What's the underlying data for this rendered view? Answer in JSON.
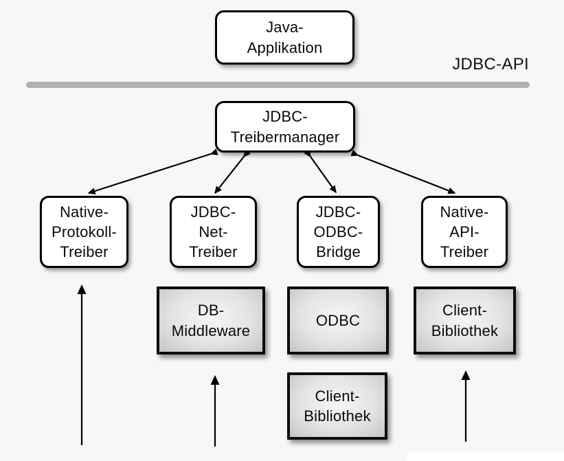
{
  "diagram": {
    "api_label": "JDBC-API",
    "colors": {
      "background": "#f7f7f6",
      "box_border": "#000000",
      "box_fill_white": "#ffffff",
      "box_fill_gray_center": "#f6f6f6",
      "box_fill_gray_edge": "#c5c5c5",
      "divider": "#b0b0b3",
      "arrow": "#000000"
    },
    "nodes": {
      "java_application": {
        "label": "Java-\nApplikation"
      },
      "treibermanager": {
        "label": "JDBC-\nTreibermanager"
      },
      "native_protokoll_treiber": {
        "label": "Native-\nProtokoll-\nTreiber"
      },
      "jdbc_net_treiber": {
        "label": "JDBC-\nNet-\nTreiber"
      },
      "jdbc_odbc_bridge": {
        "label": "JDBC-\nODBC-\nBridge"
      },
      "native_api_treiber": {
        "label": "Native-\nAPI-\nTreiber"
      },
      "db_middleware": {
        "label": "DB-\nMiddleware"
      },
      "odbc": {
        "label": "ODBC"
      },
      "client_bibliothek_right": {
        "label": "Client-\nBibliothek"
      },
      "client_bibliothek_center": {
        "label": "Client-\nBibliothek"
      }
    }
  }
}
